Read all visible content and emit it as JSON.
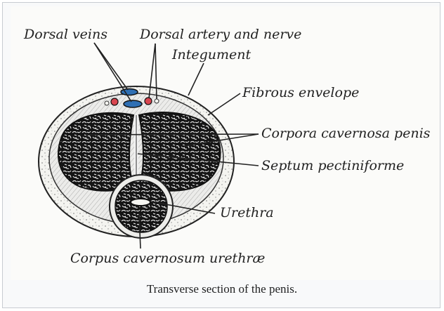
{
  "labels": {
    "dorsal_veins": "Dorsal veins",
    "dorsal_artery_nerve": "Dorsal artery and nerve",
    "integument": "Integument",
    "fibrous_envelope": "Fibrous envelope",
    "corpora_cavernosa": "Corpora cavernosa penis",
    "septum": "Septum pectiniforme",
    "urethra": "Urethra",
    "corpus_urethrae": "Corpus cavernosum urethræ"
  },
  "caption": "Transverse section of the penis.",
  "colors": {
    "artery_red": "#d8454f",
    "vein_blue": "#2f6fb3",
    "tissue_dark": "#1c1c1c",
    "line": "#222222"
  }
}
